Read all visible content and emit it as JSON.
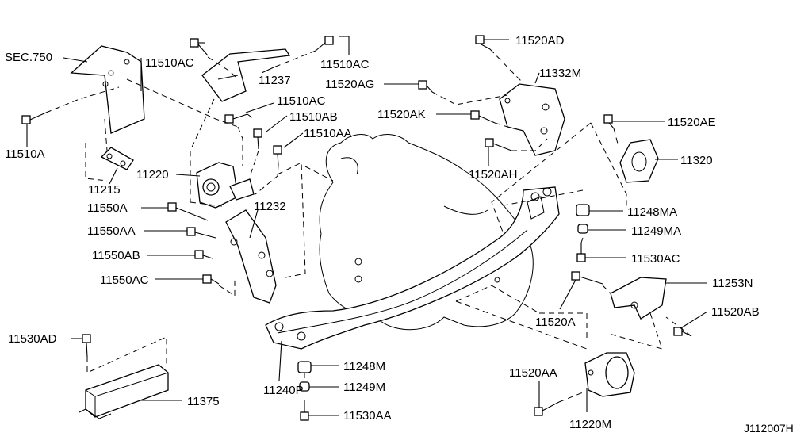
{
  "diagram_code": "J112007H",
  "labels": {
    "sec750": "SEC.750",
    "p11510A": "11510A",
    "p11215": "11215",
    "p11510AC_1": "11510AC",
    "p11237": "11237",
    "p11510AC_2": "11510AC",
    "p11510AC_3": "11510AC",
    "p11510AB": "11510AB",
    "p11510AA": "11510AA",
    "p11220": "11220",
    "p11550A": "11550A",
    "p11232": "11232",
    "p11550AA": "11550AA",
    "p11550AB": "11550AB",
    "p11550AC": "11550AC",
    "p11520AD": "11520AD",
    "p11332M": "11332M",
    "p11520AG": "11520AG",
    "p11520AK": "11520AK",
    "p11520AH": "11520AH",
    "p11520AE": "11520AE",
    "p11320": "11320",
    "p11248MA": "11248MA",
    "p11249MA": "11249MA",
    "p11530AC": "11530AC",
    "p11253N": "11253N",
    "p11520A": "11520A",
    "p11520AB": "11520AB",
    "p11530AD": "11530AD",
    "p11375": "11375",
    "p11240P": "11240P",
    "p11248M": "11248M",
    "p11249M": "11249M",
    "p11530AA": "11530AA",
    "p11520AA": "11520AA",
    "p11220M": "11220M"
  }
}
